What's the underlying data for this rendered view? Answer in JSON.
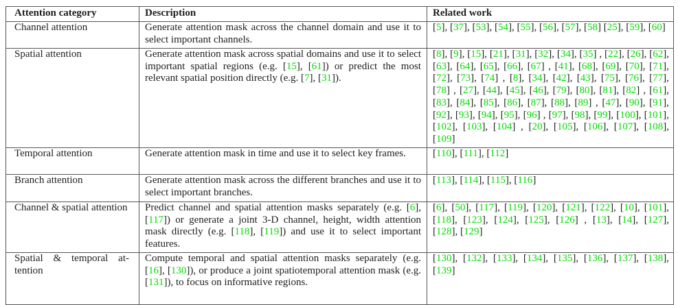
{
  "colors": {
    "citation_green": "#00dd00",
    "border_gray": "#555555",
    "text_black": "#1e1e1e",
    "background": "#ffffff"
  },
  "table": {
    "headers": [
      "Attention category",
      "Description",
      "Related work"
    ],
    "rows": [
      {
        "category": "Channel attention",
        "description": "Generate attention mask across the channel domain and use it to select important channels.",
        "related": "[5], [37], [53], [54], [55], [56], [57], [58] [25], [59], [60]"
      },
      {
        "category": "Spatial attention",
        "description": "Generate attention mask across spatial domains and use it to select important spatial regions (e.g. [15], [61]) or predict the most relevant spatial position directly (e.g. [7], [31]).",
        "related": "[8], [9], [15], [21], [31], [32], [34], [35] , [22], [26], [62], [63], [64], [65], [66], [67] , [41], [68], [69], [70], [71], [72], [73], [74] , [8], [34], [42], [43], [75], [76], [77], [78] , [27], [44], [45], [46], [79], [80], [81], [82] , [61], [83], [84], [85], [86], [87], [88], [89] , [47], [90], [91], [92], [93], [94], [95], [96] , [97], [98], [99], [100], [101], [102], [103], [104] , [20], [105], [106], [107], [108], [109]"
      },
      {
        "category": "Temporal attention",
        "description": "Generate attention mask in time and use it to select key frames.",
        "related": "[110], [111], [112]"
      },
      {
        "category": "Branch attention",
        "description": "Generate attention mask across the different branches and use it to select important branches.",
        "related": "[113], [114], [115], [116]"
      },
      {
        "category": "Channel & spatial atten­tion",
        "description": "Predict channel and spatial attention masks separately (e.g. [6], [117]) or generate a joint 3-D channel, height, width attention mask directly (e.g. [118], [119]) and use it to select important features.",
        "related": "[6], [50], [117], [119], [120], [121], [122], [10], [101], [118], [123], [124], [125], [126] , [13], [14], [127], [128], [129]"
      },
      {
        "category": "Spatial & temporal at­tention",
        "description": "Compute temporal and spatial attention masks sepa­rately (e.g. [16], [130]), or produce a joint spatiotemporal attention mask (e.g. [131]), to focus on informative regions.",
        "related": "[130], [132], [133], [134], [135], [136], [137], [138], [139]"
      }
    ]
  }
}
